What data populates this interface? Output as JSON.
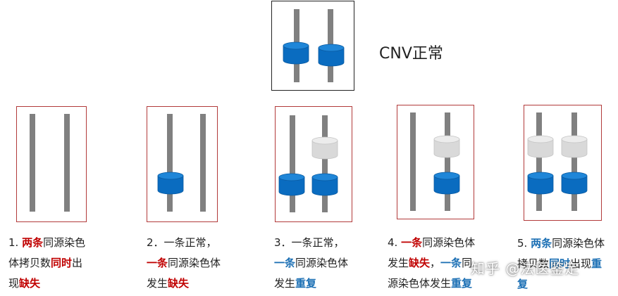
{
  "normal_panel": {
    "title": "CNV正常"
  },
  "colors": {
    "segment_blue": "#0a6cc0",
    "segment_gray": "#d9d9d9",
    "rod": "#808080",
    "frame_red": "#b23a3a"
  },
  "cases": [
    {
      "lines": [
        [
          [
            "1. ",
            ""
          ],
          [
            "两条",
            "red"
          ],
          [
            "同源染色",
            ""
          ]
        ],
        [
          [
            "体拷贝数",
            ""
          ],
          [
            "同时",
            "red"
          ],
          [
            "出",
            ""
          ]
        ],
        [
          [
            "现",
            ""
          ],
          [
            "缺失",
            "red"
          ]
        ]
      ]
    },
    {
      "lines": [
        [
          [
            "2．一条正常，",
            ""
          ]
        ],
        [
          [
            "一条",
            "red"
          ],
          [
            "同源染色体",
            ""
          ]
        ],
        [
          [
            "发生",
            ""
          ],
          [
            "缺失",
            "red"
          ]
        ]
      ]
    },
    {
      "lines": [
        [
          [
            "3．一条正常，",
            ""
          ]
        ],
        [
          [
            "一条",
            "blue"
          ],
          [
            "同源染色体",
            ""
          ]
        ],
        [
          [
            "发生",
            ""
          ],
          [
            "重复",
            "blue"
          ]
        ]
      ]
    },
    {
      "lines": [
        [
          [
            "4. ",
            ""
          ],
          [
            "一条",
            "red"
          ],
          [
            "同源染色体",
            ""
          ]
        ],
        [
          [
            "发生",
            ""
          ],
          [
            "缺失",
            "red"
          ],
          [
            "，",
            ""
          ],
          [
            "一条",
            "blue"
          ],
          [
            "同",
            ""
          ]
        ],
        [
          [
            "源染色体发生",
            ""
          ],
          [
            "重复",
            "blue"
          ]
        ]
      ]
    },
    {
      "lines": [
        [
          [
            "5. ",
            ""
          ],
          [
            "两条",
            "blue"
          ],
          [
            "同源染色体",
            ""
          ]
        ],
        [
          [
            "拷贝数",
            ""
          ],
          [
            "同时",
            "blue"
          ],
          [
            "出现",
            ""
          ],
          [
            "重",
            "blue"
          ]
        ],
        [
          [
            "复",
            "blue"
          ]
        ]
      ]
    }
  ],
  "watermark": "知乎 @法医鉴定"
}
